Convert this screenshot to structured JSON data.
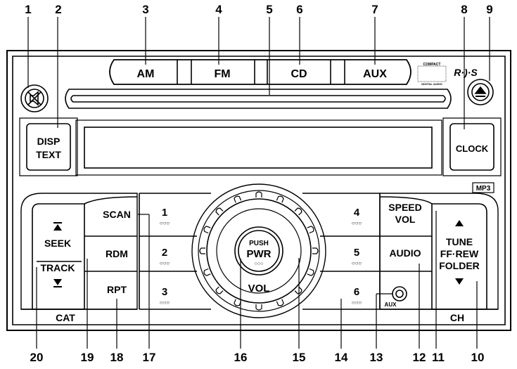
{
  "callouts": [
    "1",
    "2",
    "3",
    "4",
    "5",
    "6",
    "7",
    "8",
    "9",
    "10",
    "11",
    "12",
    "13",
    "14",
    "15",
    "16",
    "17",
    "18",
    "19",
    "20"
  ],
  "source_buttons": {
    "am": "AM",
    "fm": "FM",
    "cd": "CD",
    "aux": "AUX"
  },
  "logos": {
    "compact_top": "COMPACT",
    "compact_bottom": "DIGITAL AUDIO",
    "rds": "R·)·S"
  },
  "buttons": {
    "disp_line1": "DISP",
    "disp_line2": "TEXT",
    "clock": "CLOCK",
    "scan": "SCAN",
    "rdm": "RDM",
    "rpt": "RPT",
    "seek": "SEEK",
    "track": "TRACK",
    "cat": "CAT",
    "speed_vol_line1": "SPEED",
    "speed_vol_line2": "VOL",
    "audio": "AUDIO",
    "tune_line1": "TUNE",
    "tune_line2": "FF·REW",
    "tune_line3": "FOLDER",
    "ch": "CH",
    "push": "PUSH",
    "pwr": "PWR",
    "vol": "VOL",
    "aux_jack": "AUX",
    "mp3": "MP3"
  },
  "presets": [
    "1",
    "2",
    "3",
    "4",
    "5",
    "6"
  ],
  "preset_dots": "○○○"
}
